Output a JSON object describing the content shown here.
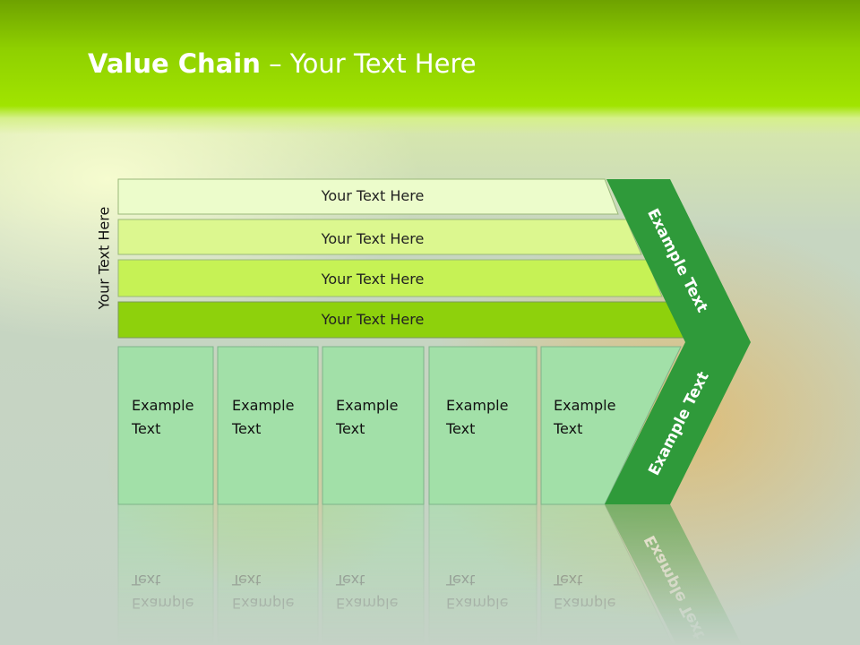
{
  "slide": {
    "title_bold": "Value Chain",
    "title_rest": " – Your Text Here",
    "side_label": "Your Text Here",
    "bars": [
      {
        "label": "Your Text Here",
        "color": "#ecfccb"
      },
      {
        "label": "Your Text Here",
        "color": "#dcf78f"
      },
      {
        "label": "Your Text Here",
        "color": "#c6f255"
      },
      {
        "label": "Your Text Here",
        "color": "#8ed10c"
      }
    ],
    "boxes": [
      {
        "line1": "Example",
        "line2": "Text"
      },
      {
        "line1": "Example",
        "line2": "Text"
      },
      {
        "line1": "Example",
        "line2": "Text"
      },
      {
        "line1": "Example",
        "line2": "Text"
      },
      {
        "line1": "Example",
        "line2": "Text"
      }
    ],
    "chevron_top": "Example Text",
    "chevron_bottom": "Example Text",
    "colors": {
      "box": "#a2e0a8",
      "chevron": "#2f9a3a"
    }
  }
}
